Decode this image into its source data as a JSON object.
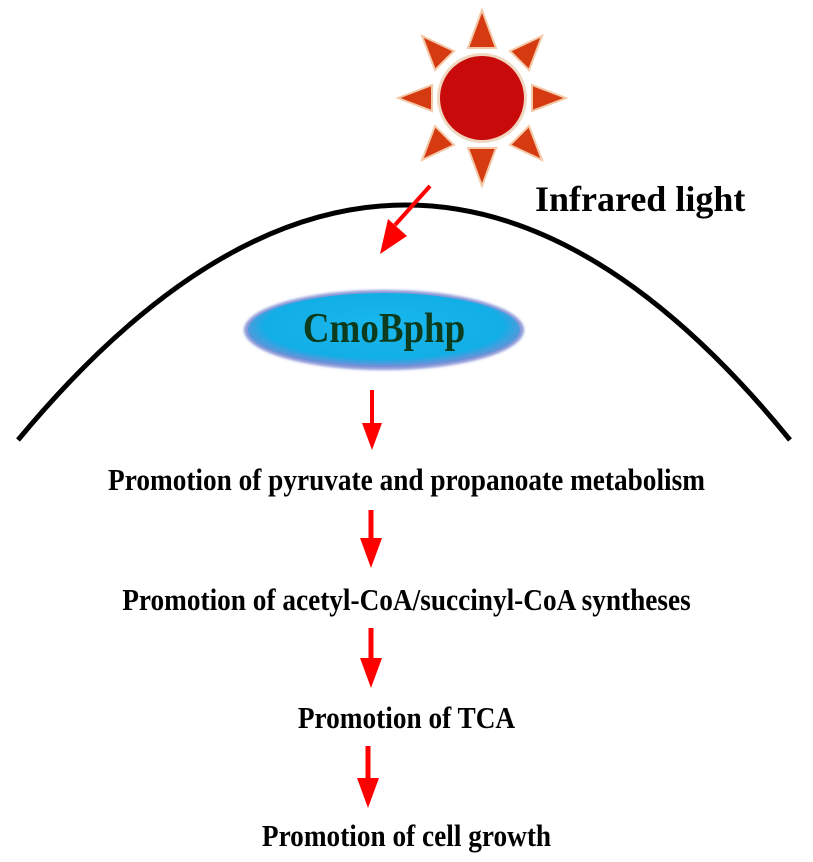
{
  "light_source": {
    "icon": "sun-icon",
    "label": "Infrared light",
    "color_core": "#cc0000",
    "color_rays": "#d42a00"
  },
  "membrane": {
    "color": "#000000"
  },
  "receptor": {
    "label": "CmoBphp",
    "fill": "#12b2e8",
    "text_color": "#0d3b1e"
  },
  "arrows": {
    "color": "#ff0000"
  },
  "steps": [
    {
      "label": "Promotion of pyruvate and propanoate metabolism"
    },
    {
      "label": "Promotion of acetyl-CoA/succinyl-CoA syntheses"
    },
    {
      "label": "Promotion of TCA"
    },
    {
      "label": "Promotion of cell growth"
    }
  ]
}
